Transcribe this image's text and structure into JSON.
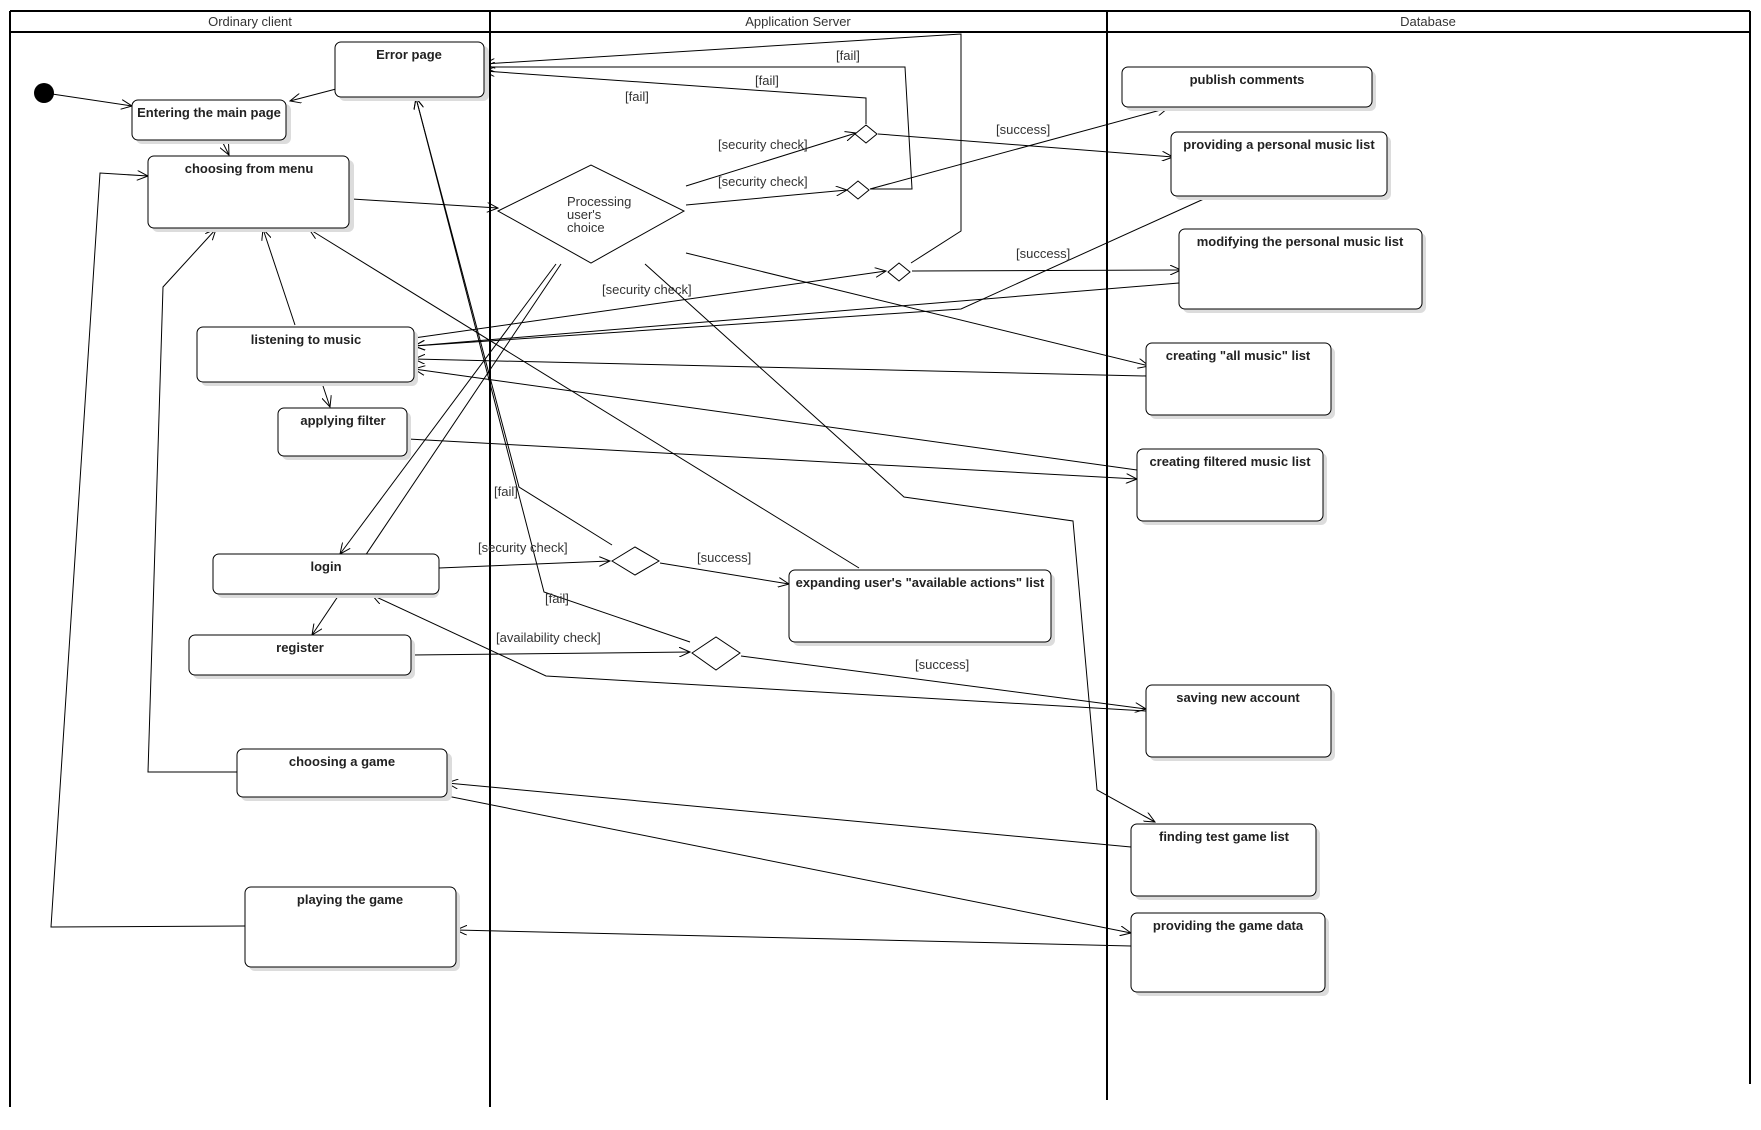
{
  "lanes": {
    "client": "Ordinary client",
    "server": "Application Server",
    "database": "Database"
  },
  "nodes": {
    "error_page": "Error page",
    "main_page": "Entering the main page",
    "menu": "choosing from menu",
    "listening": "listening to music",
    "filter": "applying filter",
    "login": "login",
    "register": "register",
    "choosing_game": "choosing a game",
    "playing_game": "playing the game",
    "expanding": "expanding user's \"available actions\" list",
    "publish_comments": "publish comments",
    "personal_list": "providing a personal music list",
    "modifying_list": "modifying the personal music list",
    "all_music": "creating \"all music\" list",
    "filtered_list": "creating filtered music list",
    "saving_account": "saving new account",
    "test_game": "finding test game list",
    "game_data": "providing the game data"
  },
  "decision": {
    "line1": "Processing",
    "line2": "user's",
    "line3": "choice"
  },
  "guards": {
    "fail": "[fail]",
    "success": "[success]",
    "security_check": "[security check]",
    "availability_check": "[availability check]"
  }
}
